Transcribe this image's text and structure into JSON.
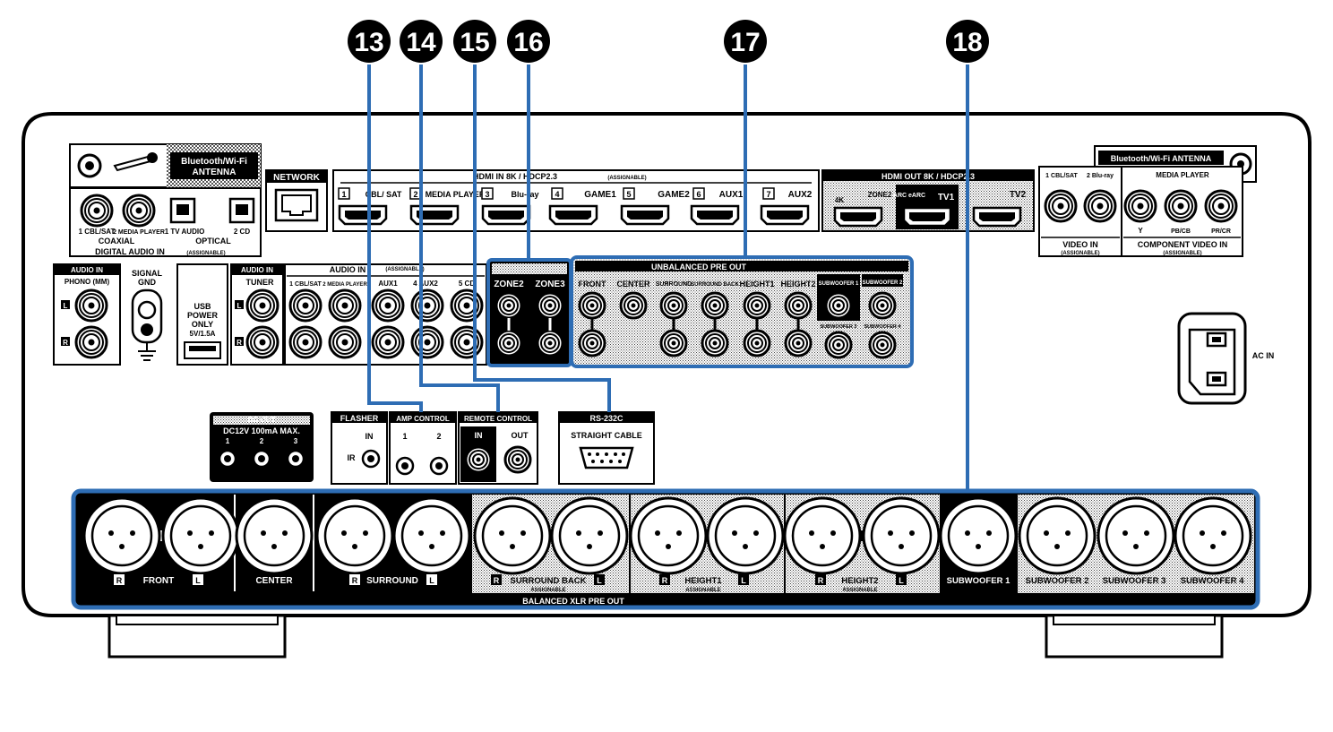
{
  "callouts": [
    "13",
    "14",
    "15",
    "16",
    "17",
    "18"
  ],
  "antenna_left": {
    "label_line1": "Bluetooth/Wi-Fi",
    "label_line2": "ANTENNA"
  },
  "antenna_right": {
    "label": "Bluetooth/Wi-Fi ANTENNA"
  },
  "network": {
    "label": "NETWORK"
  },
  "digital_audio": {
    "inputs": [
      "1 CBL/SAT",
      "2 MEDIA PLAYER",
      "1 TV AUDIO",
      "2 CD"
    ],
    "coaxial": "COAXIAL",
    "optical": "OPTICAL",
    "title": "DIGITAL AUDIO IN",
    "assignable": "(ASSIGNABLE)"
  },
  "hdmi_in": {
    "title": "HDMI IN  8K / HDCP2.3",
    "assignable": "(ASSIGNABLE)",
    "ports": [
      {
        "num": "1",
        "label": "CBL/ SAT"
      },
      {
        "num": "2",
        "label": "MEDIA PLAYER"
      },
      {
        "num": "3",
        "label": "Blu-ray"
      },
      {
        "num": "4",
        "label": "GAME1"
      },
      {
        "num": "5",
        "label": "GAME2"
      },
      {
        "num": "6",
        "label": "AUX1"
      },
      {
        "num": "7",
        "label": "AUX2"
      }
    ]
  },
  "hdmi_out": {
    "title": "HDMI OUT  8K / HDCP2.3",
    "ports": [
      {
        "label": "4K",
        "sub": "ZONE2"
      },
      {
        "label": "TV1",
        "sub": "ARC eARC"
      },
      {
        "label": "TV2",
        "sub": ""
      }
    ]
  },
  "video_in": {
    "inputs": [
      "1 CBL/SAT",
      "2 Blu-ray"
    ],
    "title": "VIDEO IN",
    "assignable": "(ASSIGNABLE)"
  },
  "component_in": {
    "top": "MEDIA PLAYER",
    "jacks": [
      "Y",
      "PB/CB",
      "PR/CR"
    ],
    "title": "COMPONENT VIDEO IN",
    "assignable": "(ASSIGNABLE)"
  },
  "phono": {
    "title": "AUDIO IN",
    "label": "PHONO (MM)"
  },
  "signal_gnd": {
    "line1": "SIGNAL",
    "line2": "GND"
  },
  "usb": {
    "line1": "USB",
    "line2": "POWER",
    "line3": "ONLY",
    "line4": "5V/1.5A"
  },
  "audio_in_tuner": {
    "title": "AUDIO IN",
    "label": "TUNER"
  },
  "audio_in_main": {
    "title": "AUDIO IN",
    "assignable": "(ASSIGNABLE)",
    "inputs": [
      "1 CBL/SAT",
      "2 MEDIA PLAYER",
      "AUX1",
      "4 AUX2",
      "5 CD"
    ]
  },
  "zone_out": {
    "labels": [
      "ZONE2",
      "ZONE3"
    ]
  },
  "unbalanced_pre_out": {
    "title": "UNBALANCED PRE OUT",
    "channels": [
      "FRONT",
      "CENTER",
      "SURROUND",
      "SURROUND BACK",
      "HEIGHT1",
      "HEIGHT2"
    ],
    "subwoofers": [
      "SUBWOOFER 1",
      "SUBWOOFER 2",
      "SUBWOOFER 3",
      "SUBWOOFER 4"
    ]
  },
  "ac_in": {
    "label": "AC IN"
  },
  "dc_out": {
    "title": "DC OUT",
    "spec": "DC12V 100mA MAX.",
    "jacks": [
      "1",
      "2",
      "3"
    ]
  },
  "flasher": {
    "title": "FLASHER",
    "in": "IN",
    "ir": "IR"
  },
  "amp_control": {
    "title": "AMP CONTROL",
    "jacks": [
      "1",
      "2"
    ]
  },
  "remote_control": {
    "title": "REMOTE CONTROL",
    "in": "IN",
    "out": "OUT"
  },
  "rs232c": {
    "title": "RS-232C",
    "label": "STRAIGHT CABLE"
  },
  "balanced_xlr": {
    "title": "BALANCED XLR PRE OUT",
    "groups": [
      {
        "label": "FRONT",
        "sub": ""
      },
      {
        "label": "CENTER",
        "sub": ""
      },
      {
        "label": "SURROUND",
        "sub": ""
      },
      {
        "label": "SURROUND BACK",
        "sub": "ASSIGNABLE"
      },
      {
        "label": "HEIGHT1",
        "sub": "ASSIGNABLE"
      },
      {
        "label": "HEIGHT2",
        "sub": "ASSIGNABLE"
      },
      {
        "label": "SUBWOOFER 1",
        "sub": ""
      },
      {
        "label": "SUBWOOFER 2",
        "sub": ""
      },
      {
        "label": "SUBWOOFER 3",
        "sub": ""
      },
      {
        "label": "SUBWOOFER 4",
        "sub": ""
      }
    ]
  },
  "rl": {
    "r": "R",
    "l": "L"
  },
  "colors": {
    "accent": "#2e6db4",
    "panel": "#000000"
  }
}
